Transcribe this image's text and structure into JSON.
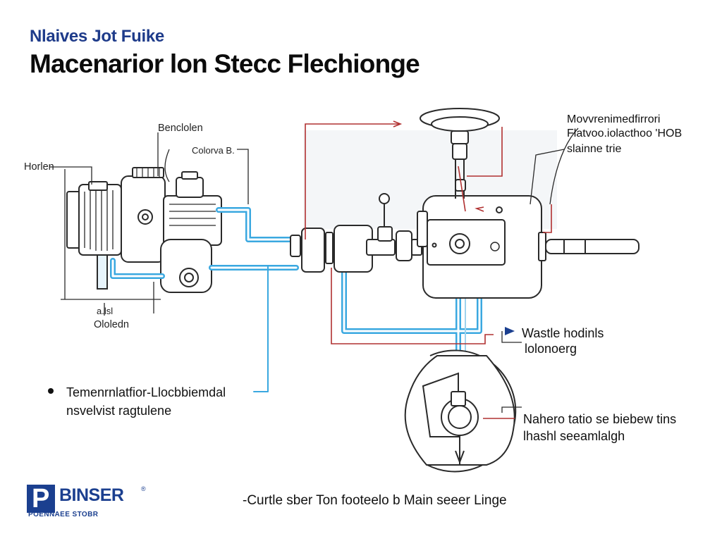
{
  "header": {
    "subtitle": "Nlaives Jot Fuike",
    "title": "Macenarior lon Stecc Flechionge"
  },
  "labels": {
    "benclolen": "Benclolen",
    "colorvab": "Colorva B.",
    "horlen": "Horlen",
    "ololedn_top": "a.lsl",
    "ololedn": "Ololedn",
    "mover_line1": "Movvrenimedfirrori",
    "mover_line2": "Flatvoo.iolacthoo 'HOB",
    "mover_line3": "slainne trie",
    "waste_line1": "Wastle hodinls",
    "waste_line2": "lolonoerg",
    "bullet_line1": "Temenrnlatfior-Llocbbiemdal",
    "bullet_line2": "nsvelvist ragtulene",
    "nahero_line1": "Nahero tatio se biebew tins",
    "nahero_line2": "lhashl seeamlalgh"
  },
  "footer": {
    "caption": "-Curtle sber Ton footeelo b Main seeer Linge",
    "logo_letter": "P",
    "logo_name": "BINSER",
    "logo_reg": "®",
    "logo_tagline": "POENNAEE STOBR"
  },
  "colors": {
    "pipe_blue": "#3aa8e0",
    "pipe_blue_light": "#bfe6f8",
    "leader_red": "#b03030",
    "outline": "#2a2a2a",
    "brand_blue": "#1b3f8f"
  }
}
